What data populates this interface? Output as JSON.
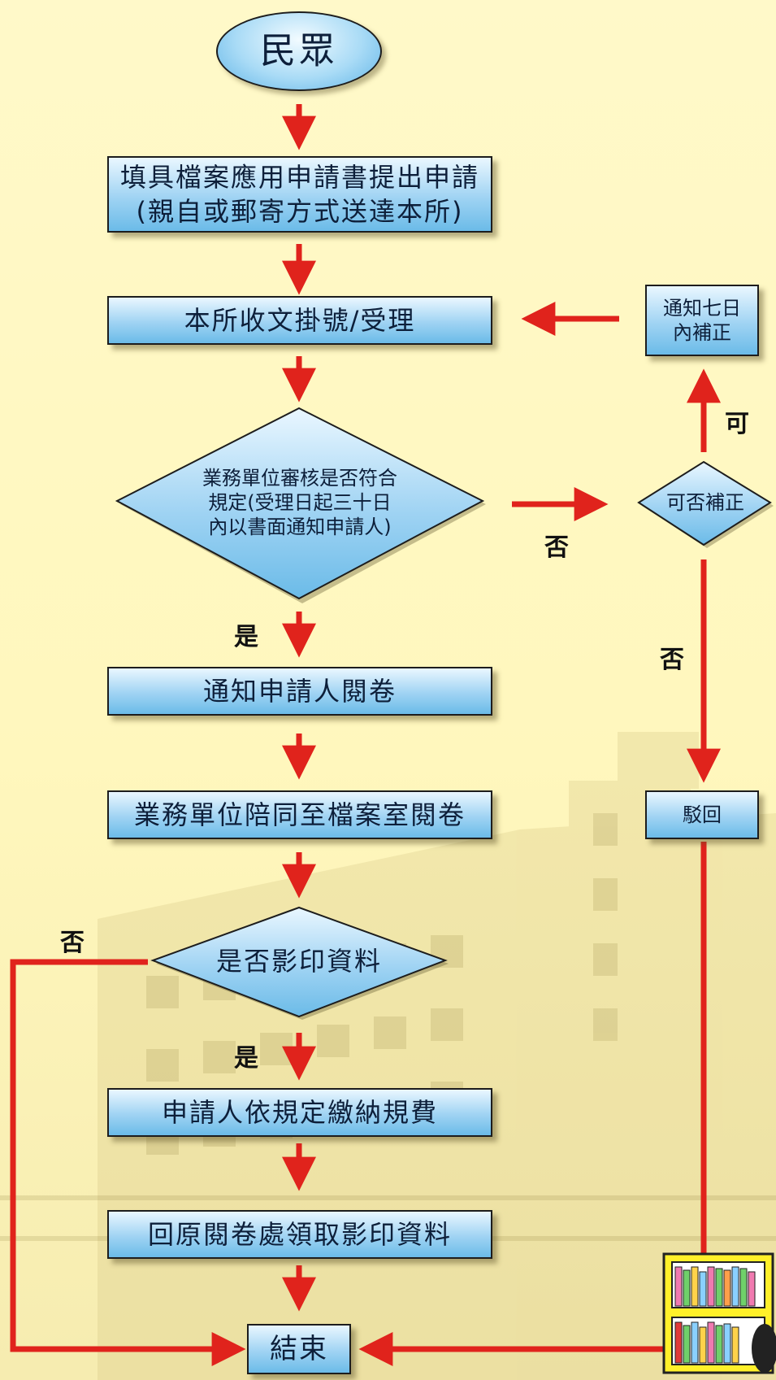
{
  "flow": {
    "start": "民眾",
    "step_submit_1": "填具檔案應用申請書提出申請",
    "step_submit_2": "(親自或郵寄方式送達本所)",
    "step_receive": "本所收文掛號/受理",
    "decision_review_1": "業務單位審核是否符合",
    "decision_review_2": "規定(受理日起三十日",
    "decision_review_3": "內以書面通知申請人)",
    "step_notify_view": "通知申請人閱卷",
    "step_accompany": "業務單位陪同至檔案室閱卷",
    "decision_copy": "是否影印資料",
    "step_pay_fee": "申請人依規定繳納規費",
    "step_collect": "回原閱卷處領取影印資料",
    "end": "結束",
    "decision_correctable": "可否補正",
    "step_correct_1": "通知七日",
    "step_correct_2": "內補正",
    "step_reject": "駁回"
  },
  "labels": {
    "yes_review": "是",
    "no_review": "否",
    "yes_correct": "可",
    "no_correct": "否",
    "no_copy": "否",
    "yes_copy": "是"
  },
  "colors": {
    "arrow": "#e0231c",
    "box_top": "#eaf7ff",
    "box_bottom": "#6bbbe8",
    "background": "#fff9c9"
  }
}
